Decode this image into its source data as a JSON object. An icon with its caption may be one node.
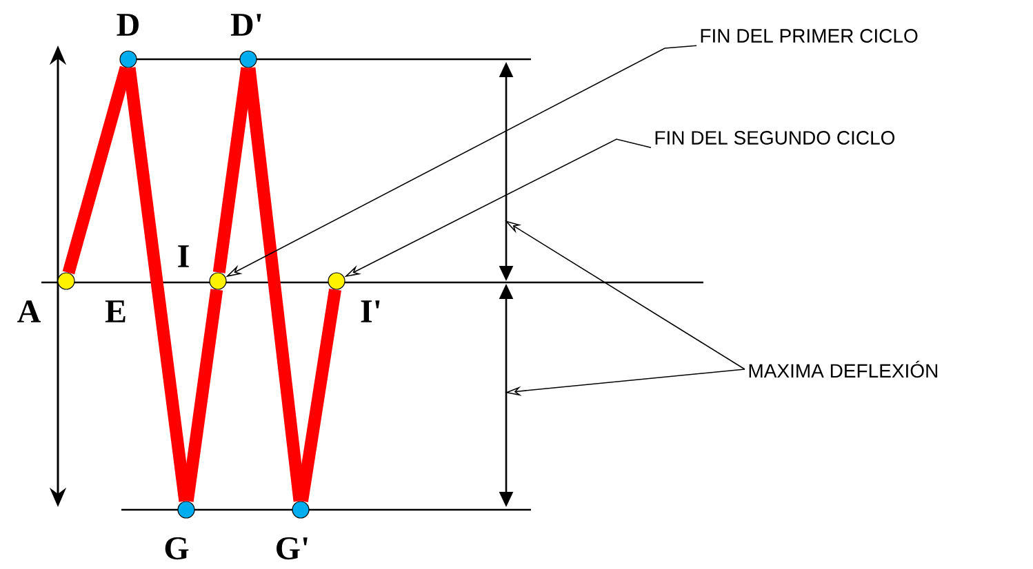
{
  "diagram": {
    "nodes": [
      {
        "text": [],
        "shape": "circle",
        "beside": [
          "A"
        ]
      },
      {
        "text": [],
        "shape": "circle",
        "beside": [
          "D"
        ]
      },
      {
        "text": [],
        "shape": "circle",
        "beside": [
          "G"
        ]
      },
      {
        "text": [],
        "shape": "circle",
        "beside": [
          "I"
        ]
      },
      {
        "text": [],
        "shape": "circle",
        "beside": [
          "D'"
        ]
      },
      {
        "text": [],
        "shape": "circle",
        "beside": [
          "G'"
        ]
      },
      {
        "text": [],
        "shape": "circle",
        "beside": [
          "I'"
        ]
      },
      {
        "text": [
          "FIN DEL PRIMER CICLO"
        ]
      },
      {
        "text": [
          "FIN DEL SEGUNDO CICLO"
        ]
      },
      {
        "text": [
          "MAXIMA DEFLEXIÓN"
        ]
      }
    ],
    "edges": [
      {
        "from": 0,
        "to": 1,
        "arrow": "none"
      },
      {
        "from": 1,
        "to": 2,
        "arrow": "none"
      },
      {
        "from": 2,
        "to": 3,
        "arrow": "none"
      },
      {
        "from": 3,
        "to": 4,
        "arrow": "none"
      },
      {
        "from": 4,
        "to": 5,
        "arrow": "none"
      },
      {
        "from": 5,
        "to": 6,
        "arrow": "none"
      },
      {
        "from": 7,
        "to": 3,
        "arrow": "to",
        "color": "#000000"
      },
      {
        "from": 8,
        "to": 6,
        "arrow": "to",
        "color": "#000000"
      },
      {
        "from": 9,
        "to": null,
        "arrow": "to",
        "color": "#000000"
      },
      {
        "from": 9,
        "to": null,
        "arrow": "to",
        "color": "#000000"
      }
    ],
    "labels": [
      "E"
    ]
  }
}
